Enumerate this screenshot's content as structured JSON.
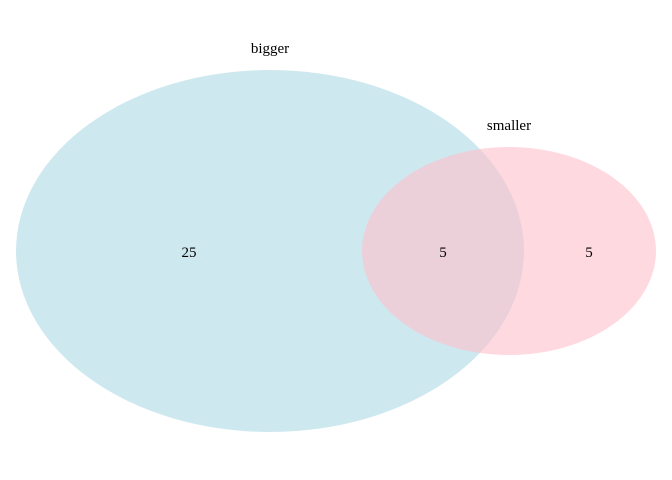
{
  "diagram": {
    "type": "venn",
    "sets": [
      {
        "label": "bigger",
        "color": "#add8e6",
        "opacity": 0.6
      },
      {
        "label": "smaller",
        "color": "#ffc0cb",
        "opacity": 0.6
      }
    ],
    "counts": {
      "bigger_only": "25",
      "intersection": "5",
      "smaller_only": "5"
    }
  }
}
